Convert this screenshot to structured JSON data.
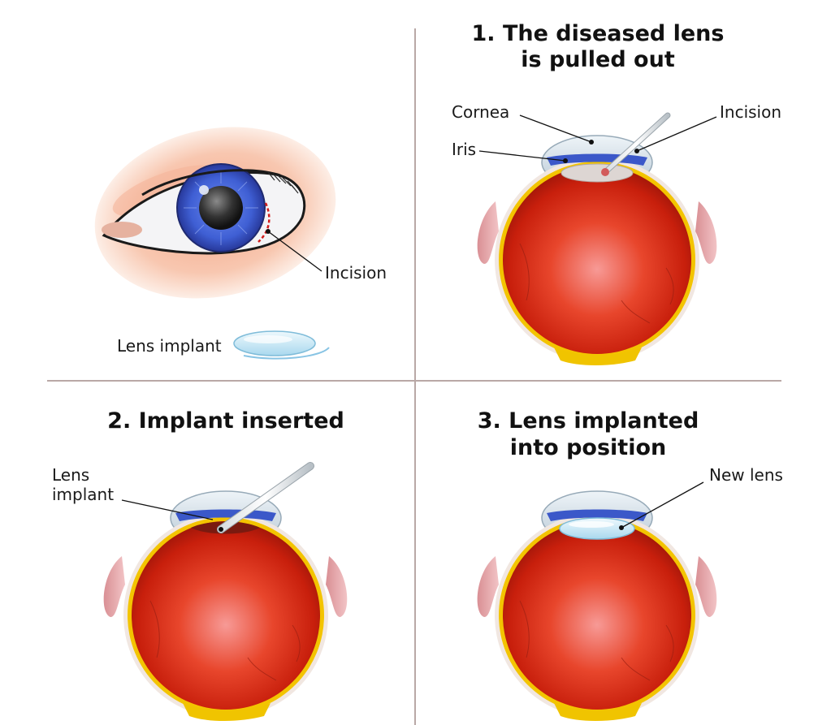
{
  "panel_top_left": {
    "incision_label": "Incision",
    "lens_implant_label": "Lens implant"
  },
  "panel_top_right": {
    "title_line1": "1. The diseased lens",
    "title_line2": "is pulled out",
    "cornea_label": "Cornea",
    "iris_label": "Iris",
    "incision_label": "Incision"
  },
  "panel_bottom_left": {
    "title": "2. Implant inserted",
    "label_line1": "Lens",
    "label_line2": "implant"
  },
  "panel_bottom_right": {
    "title_line1": "3. Lens implanted",
    "title_line2": "into position",
    "new_lens_label": "New lens"
  },
  "colors": {
    "eyeball_red": "#d4260e",
    "iris_blue": "#3a5fd0",
    "skin": "#f6c3a6",
    "lens": "#cdeaf6",
    "divider": "#b9a8a6"
  }
}
